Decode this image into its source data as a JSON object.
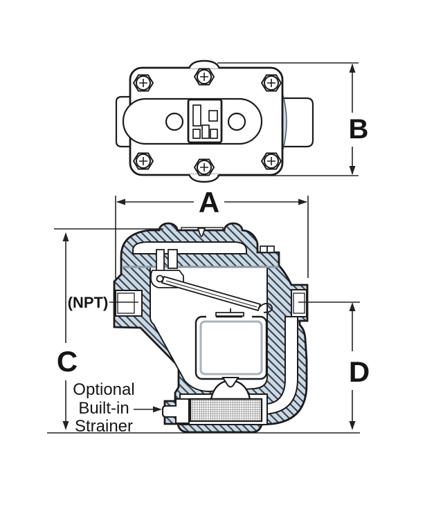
{
  "diagram": {
    "labels": {
      "dim_a": "A",
      "dim_b": "B",
      "dim_c": "C",
      "dim_d": "D",
      "connection": "(NPT)",
      "note_line1": "Optional",
      "note_line2": "Built-in",
      "note_line3": "Strainer"
    },
    "colors": {
      "body_fill": "#cbd9e5",
      "hatch_line": "#36424d",
      "outline": "#1b1b1b",
      "gasket_line": "#8d9aa8",
      "label_text": "#151515",
      "background": "#ffffff"
    }
  }
}
